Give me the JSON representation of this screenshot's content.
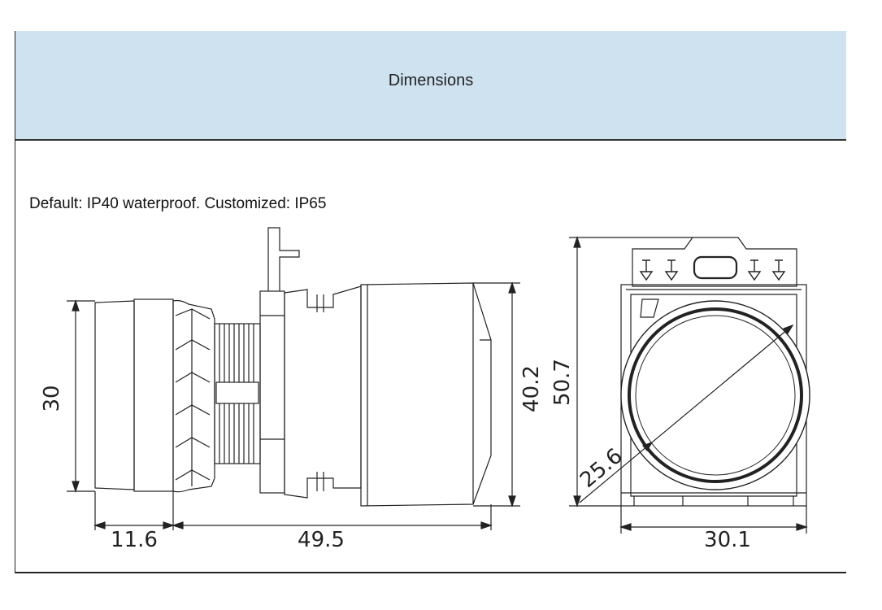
{
  "header": {
    "title": "Dimensions"
  },
  "note": "Default: IP40 waterproof. Customized: IP65",
  "dimensions": {
    "body_diameter": "30",
    "head_length": "11.6",
    "body_length": "49.5",
    "body_height": "40.2",
    "total_height": "50.7",
    "button_diameter": "25.6",
    "width": "30.1"
  },
  "colors": {
    "header_bg": "#cfe2f0",
    "line": "#222222"
  }
}
